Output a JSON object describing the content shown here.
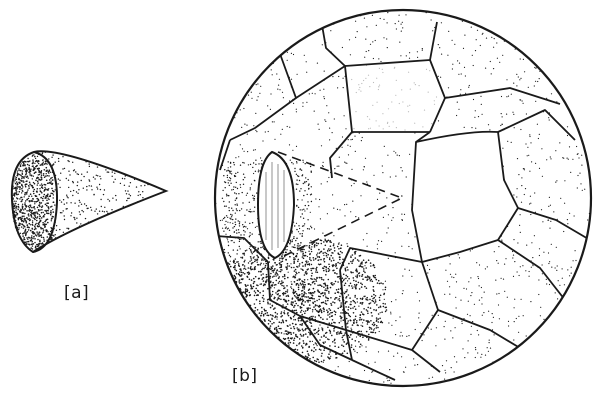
{
  "figure": {
    "panels": [
      {
        "id": "a",
        "label": "[a]"
      },
      {
        "id": "b",
        "label": "[b]"
      }
    ]
  },
  "colors": {
    "ink": "#1a1a1a",
    "paper": "#ffffff"
  }
}
